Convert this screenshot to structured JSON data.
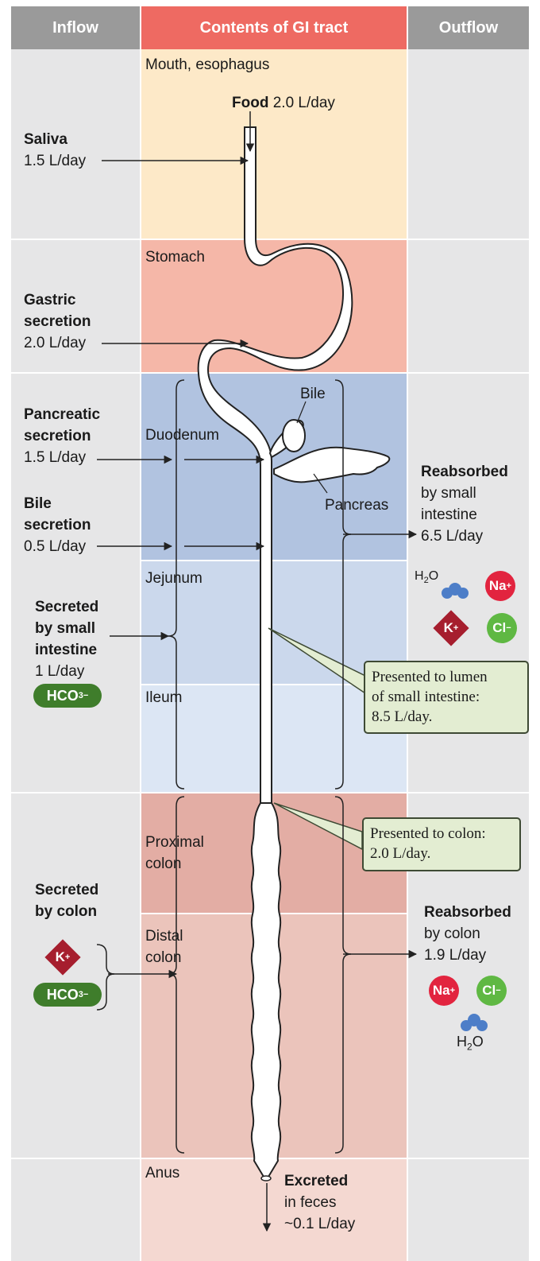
{
  "headers": {
    "inflow": "Inflow",
    "contents": "Contents of GI tract",
    "outflow": "Outflow"
  },
  "regions": {
    "mouth": "Mouth, esophagus",
    "stomach": "Stomach",
    "duodenum": "Duodenum",
    "jejunum": "Jejunum",
    "ileum": "Ileum",
    "proximal_colon_1": "Proximal",
    "proximal_colon_2": "colon",
    "distal_colon_1": "Distal",
    "distal_colon_2": "colon",
    "anus": "Anus"
  },
  "food": {
    "label": "Food",
    "amount": "2.0 L/day"
  },
  "inflow": {
    "saliva": {
      "name": "Saliva",
      "amount": "1.5 L/day"
    },
    "gastric": {
      "name_1": "Gastric",
      "name_2": "secretion",
      "amount": "2.0 L/day"
    },
    "pancreatic": {
      "name_1": "Pancreatic",
      "name_2": "secretion",
      "amount": "1.5 L/day"
    },
    "bile": {
      "name_1": "Bile",
      "name_2": "secretion",
      "amount": "0.5 L/day"
    },
    "small_intestine": {
      "name_1": "Secreted",
      "name_2": "by small",
      "name_3": "intestine",
      "amount": "1 L/day"
    },
    "colon": {
      "name_1": "Secreted",
      "name_2": "by colon"
    }
  },
  "organs": {
    "bile": "Bile",
    "pancreas": "Pancreas"
  },
  "outflow": {
    "small_intestine": {
      "title": "Reabsorbed",
      "line_2": "by small",
      "line_3": "intestine",
      "amount": "6.5 L/day"
    },
    "colon": {
      "title": "Reabsorbed",
      "line_2": "by colon",
      "amount": "1.9 L/day"
    },
    "excreted": {
      "title": "Excreted",
      "line_2": "in feces",
      "amount": "~0.1 L/day"
    }
  },
  "callouts": {
    "lumen_1": "Presented to lumen",
    "lumen_2": "of small intestine:",
    "lumen_3": "8.5 L/day.",
    "colon_1": "Presented to colon:",
    "colon_2": "2.0 L/day."
  },
  "ions": {
    "hco3_base": "HCO",
    "hco3_sub": "3",
    "hco3_sup": "−",
    "k_base": "K",
    "k_sup": "+",
    "na_base": "Na",
    "na_sup": "+",
    "cl_base": "Cl",
    "cl_sup": "−",
    "h2o_h": "H",
    "h2o_sub": "2",
    "h2o_o": "O"
  },
  "colors": {
    "header_gray": "#9a9a9a",
    "header_red": "#ee6a62",
    "side_gray": "#e6e6e7",
    "mouth": "#fde9c8",
    "stomach": "#f5b7a8",
    "duodenum": "#b1c3e0",
    "jejunum": "#cbd8ec",
    "ileum": "#dce6f4",
    "proximal_colon": "#e3ada4",
    "distal_colon": "#ebc4bb",
    "anus": "#f4d8d1",
    "na": "#e2243f",
    "cl": "#5fb843",
    "k": "#a61e2e",
    "hco3": "#3f7d2b",
    "water": "#4d7ec8"
  }
}
